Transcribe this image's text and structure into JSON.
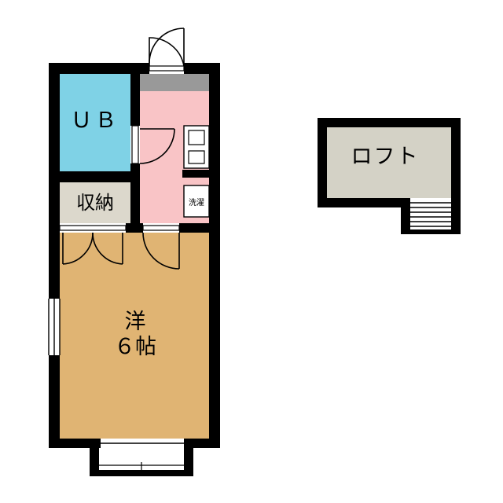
{
  "rooms": {
    "unit_bath": {
      "label": "ＵＢ",
      "color": "#7fd2e6"
    },
    "storage": {
      "label": "収納",
      "color": "#dcd8cc"
    },
    "kitchen": {
      "color": "#f9c4c6"
    },
    "western_room": {
      "label_line1": "洋",
      "label_line2": "６帖",
      "color": "#e0b473"
    },
    "washer_space": {
      "label": "洗濯"
    },
    "loft": {
      "label": "ロフト",
      "color": "#d4d2c6"
    }
  },
  "colors": {
    "wall": "#000000",
    "threshold": "#999999",
    "background": "#ffffff"
  }
}
